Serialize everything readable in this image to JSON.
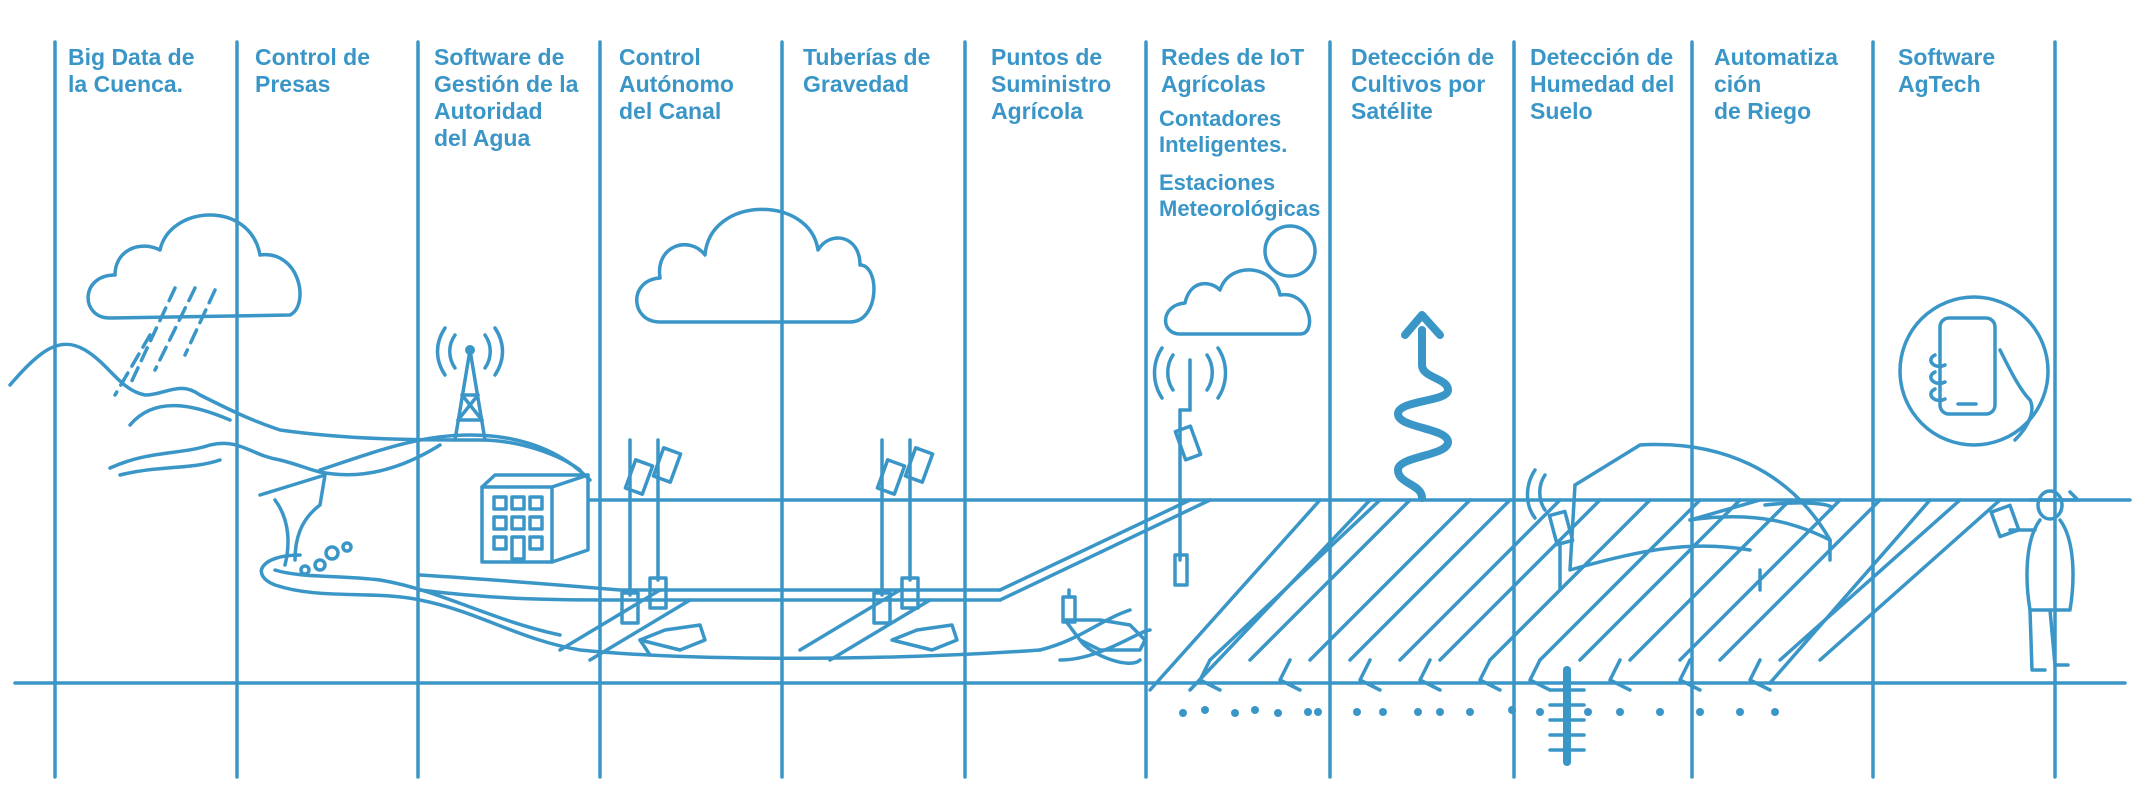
{
  "columns": [
    {
      "label": "Big Data de\nla Cuenca."
    },
    {
      "label": "Control de\nPresas"
    },
    {
      "label": "Software de\nGestión de la\nAutoridad\ndel Agua"
    },
    {
      "label": "Control\nAutónomo\ndel Canal"
    },
    {
      "label": "Tuberías de\nGravedad"
    },
    {
      "label": "Puntos de\nSuministro\nAgrícola"
    },
    {
      "label": "Redes de IoT\nAgrícolas"
    },
    {
      "label": "Detección de\nCultivos por\nSatélite"
    },
    {
      "label": "Detección de\nHumedad del\nSuelo"
    },
    {
      "label": "Automatiza\nción\nde Riego"
    },
    {
      "label": "Software\nAgTech"
    }
  ],
  "iot_sub": {
    "meters": "Contadores\nInteligentes.",
    "stations": "Estaciones\nMeteorológicas"
  },
  "colors": {
    "accent": "#3b96c8",
    "background": "#ffffff"
  },
  "icons": [
    "rain-cloud-icon",
    "dam-icon",
    "radio-tower-icon",
    "building-icon",
    "cloud-icon",
    "canal-gate-icon",
    "sun-cloud-icon",
    "antenna-icon",
    "satellite-arrow-icon",
    "soil-probe-icon",
    "sprinkler-icon",
    "smartphone-hand-icon",
    "farmer-icon"
  ]
}
